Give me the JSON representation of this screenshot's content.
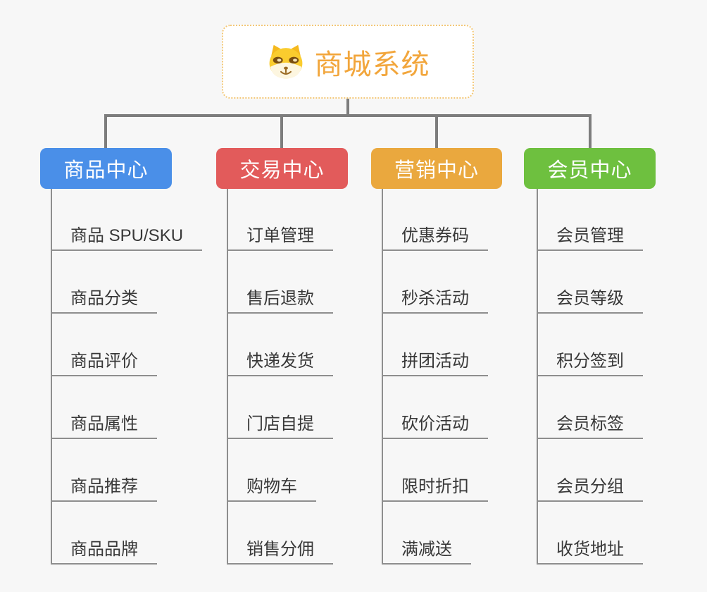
{
  "canvas": {
    "background": "#F7F7F7"
  },
  "root": {
    "title": "商城系统",
    "icon": "shiba-dog-icon",
    "accent_color": "#F2A63C",
    "border_color": "#F3C878"
  },
  "branches": [
    {
      "label": "商品中心",
      "color": "#4A8FE8",
      "items": [
        "商品 SPU/SKU",
        "商品分类",
        "商品评价",
        "商品属性",
        "商品推荐",
        "商品品牌"
      ]
    },
    {
      "label": "交易中心",
      "color": "#E25B5B",
      "items": [
        "订单管理",
        "售后退款",
        "快递发货",
        "门店自提",
        "购物车",
        "销售分佣"
      ]
    },
    {
      "label": "营销中心",
      "color": "#EAA83E",
      "items": [
        "优惠券码",
        "秒杀活动",
        "拼团活动",
        "砍价活动",
        "限时折扣",
        "满减送"
      ]
    },
    {
      "label": "会员中心",
      "color": "#6EC03F",
      "items": [
        "会员管理",
        "会员等级",
        "积分签到",
        "会员标签",
        "会员分组",
        "收货地址"
      ]
    }
  ],
  "connector_color": "#7D7D7D",
  "underline_color": "#8E8E8E"
}
